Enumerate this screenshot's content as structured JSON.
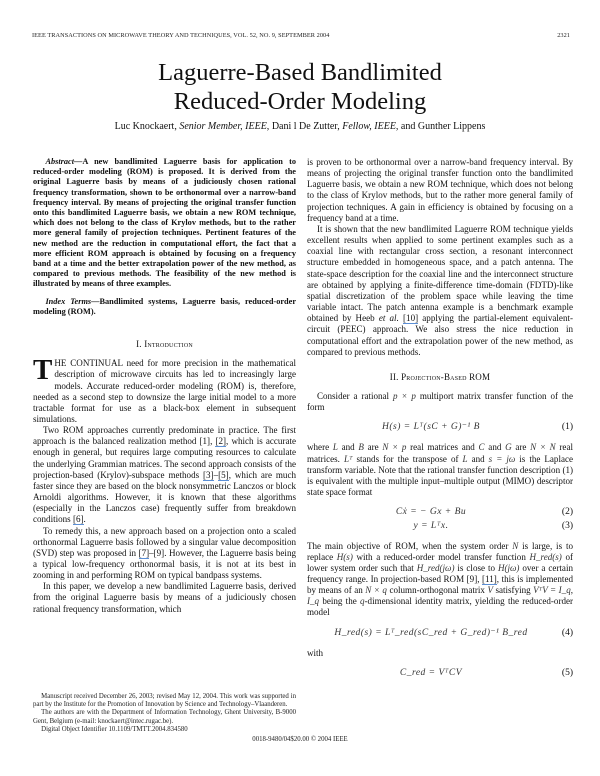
{
  "running_head": {
    "journal": "IEEE TRANSACTIONS ON MICROWAVE THEORY AND TECHNIQUES, VOL. 52, NO. 9, SEPTEMBER 2004",
    "page_number": "2321"
  },
  "title": {
    "line1": "Laguerre-Based Bandlimited",
    "line2": "Reduced-Order Modeling"
  },
  "authors": {
    "a1_name": "Luc Knockaert,",
    "a1_role": "Senior Member, IEEE,",
    "a2_name": "Dani l De Zutter,",
    "a2_role": "Fellow, IEEE,",
    "a3_name": "and Gunther Lippens"
  },
  "abstract": {
    "label": "Abstract",
    "text": "—A new bandlimited Laguerre basis for application to reduced-order modeling (ROM) is proposed. It is derived from the original Laguerre basis by means of a judiciously chosen rational frequency transformation, shown to be orthonormal over a narrow-band frequency interval. By means of projecting the original transfer function onto this bandlimited Laguerre basis, we obtain a new ROM technique, which does not belong to the class of Krylov methods, but to the rather more general family of projection techniques. Pertinent features of the new method are the reduction in computational effort, the fact that a more efficient ROM approach is obtained by focusing on a frequency band at a time and the better extrapolation power of the new method, as compared to previous methods. The feasibility of the new method is illustrated by means of three examples."
  },
  "index_terms": {
    "label": "Index Terms",
    "text": "—Bandlimited systems, Laguerre basis, reduced-order modeling (ROM)."
  },
  "section1": {
    "number": "I.",
    "title": "Introduction",
    "dropcap": "T",
    "p1": "HE CONTINUAL need for more precision in the mathematical description of microwave circuits has led to increasingly large models. Accurate reduced-order modeling (ROM) is, therefore, needed as a second step to downsize the large initial model to a more tractable format for use as a black-box element in subsequent simulations.",
    "p2_a": "Two ROM approaches currently predominate in practice. The first approach is the balanced realization method [1], ",
    "p2_ref1": "[2]",
    "p2_b": ", which is accurate enough in general, but requires large computing resources to calculate the underlying Grammian matrices. The second approach consists of the projection-based (Krylov)-subspace methods ",
    "p2_ref2": "[3]",
    "p2_c": "–",
    "p2_ref3": "[5]",
    "p2_d": ", which are much faster since they are based on the block nonsymmetric Lanczos or block Arnoldi algorithms. However, it is known that these algorithms (especially in the Lanczos case) frequently suffer from breakdown conditions ",
    "p2_ref4": "[6]",
    "p2_e": ".",
    "p3_a": "To remedy this, a new approach based on a projection onto a scaled orthonormal Laguerre basis followed by a singular value decomposition (SVD) step was proposed in ",
    "p3_ref1": "[7]",
    "p3_b": "–[9]. However, the Laguerre basis being a typical low-frequency orthonormal basis, it is not at its best in zooming in and performing ROM on typical bandpass systems.",
    "p4": "In this paper, we develop a new bandlimited Laguerre basis, derived from the original Laguerre basis by means of a judiciously chosen rational frequency transformation, which"
  },
  "right_column": {
    "p1": "is proven to be orthonormal over a narrow-band frequency interval. By means of projecting the original transfer function onto the bandlimited Laguerre basis, we obtain a new ROM technique, which does not belong to the class of Krylov methods, but to the rather more general family of projection techniques. A gain in efficiency is obtained by focusing on a frequency band at a time.",
    "p2_a": "It is shown that the new bandlimited Laguerre ROM technique yields excellent results when applied to some pertinent examples such as a coaxial line with rectangular cross section, a resonant interconnect structure embedded in homogeneous space, and a patch antenna. The state-space description for the coaxial line and the interconnect structure are obtained by applying a finite-difference time-domain (FDTD)-like spatial discretization of the problem space while leaving the time variable intact. The patch antenna example is a benchmark example obtained by Heeb ",
    "p2_etal": "et al.",
    "p2_ref": "[10]",
    "p2_b": " applying the partial-element equivalent-circuit (PEEC) approach. We also stress the nice reduction in computational effort and the extrapolation power of the new method, as compared to previous methods."
  },
  "section2": {
    "number": "II.",
    "title": "Projection-Based ROM",
    "p1_a": "Consider a rational ",
    "p1_math": "p × p",
    "p1_b": " multiport matrix transfer function of the form",
    "eq1": {
      "expr": "H(s) = Lᵀ(sC + G)⁻¹ B",
      "num": "(1)"
    },
    "p2_a": "where ",
    "p2_L": "L",
    "p2_b": " and ",
    "p2_B": "B",
    "p2_c": " are ",
    "p2_Nxp": "N × p",
    "p2_d": " real matrices and ",
    "p2_C": "C",
    "p2_e": " and ",
    "p2_G": "G",
    "p2_f": " are ",
    "p2_NxN": "N × N",
    "p2_g": " real matrices. ",
    "p2_LT": "Lᵀ",
    "p2_h": " stands for the transpose of ",
    "p2_L2": "L",
    "p2_i": " and ",
    "p2_s": "s = jω",
    "p2_j": " is the Laplace transform variable. Note that the rational transfer function description (1) is equivalent with the multiple input–multiple output (MIMO) descriptor state space format",
    "eq2": {
      "expr": "Cẋ = − Gx + Bu",
      "num": "(2)"
    },
    "eq3": {
      "expr": "y = Lᵀx.",
      "num": "(3)"
    },
    "p3_a": "The main objective of ROM, when the system order ",
    "p3_N": "N",
    "p3_b": " is large, is to replace ",
    "p3_Hs": "H(s)",
    "p3_c": " with a reduced-order model transfer function ",
    "p3_Hred": "H_red(s)",
    "p3_d": " of lower system order such that ",
    "p3_Hredjw": "H_red(jω)",
    "p3_e": " is close to ",
    "p3_Hjw": "H(jω)",
    "p3_f": " over a certain frequency range. In projection-based ROM [9], ",
    "p3_ref": "[11]",
    "p3_g": ", this is implemented by means of an ",
    "p3_Nxq": "N × q",
    "p3_h": " column-orthogonal matrix ",
    "p3_V": "V",
    "p3_i": " satisfying ",
    "p3_VTV": "VᵀV = I_q",
    "p3_j": ", ",
    "p3_Iq": "I_q",
    "p3_k": " being the ",
    "p3_q": "q",
    "p3_l": "-dimensional identity matrix, yielding the reduced-order model",
    "eq4": {
      "expr": "H_red(s) = Lᵀ_red(sC_red + G_red)⁻¹ B_red",
      "num": "(4)"
    },
    "with": "with",
    "eq5": {
      "expr": "C_red = VᵀCV",
      "num": "(5)"
    }
  },
  "footnote": {
    "f1": "Manuscript received December 26, 2003; revised May 12, 2004. This work was supported in part by the Institute for the Promotion of Innovation by Science and Technology–Vlaanderen.",
    "f2": "The authors are with the Department of Information Technology, Ghent University, B-9000 Gent, Belgium (e-mail: knockaert@intec.rugac.be).",
    "f3": "Digital Object Identifier 10.1109/TMTT.2004.834580"
  },
  "copyright": "0018-9480/04$20.00 © 2004 IEEE",
  "colors": {
    "text": "#111111",
    "link_underline": "#5b8fd6",
    "background": "#ffffff"
  }
}
